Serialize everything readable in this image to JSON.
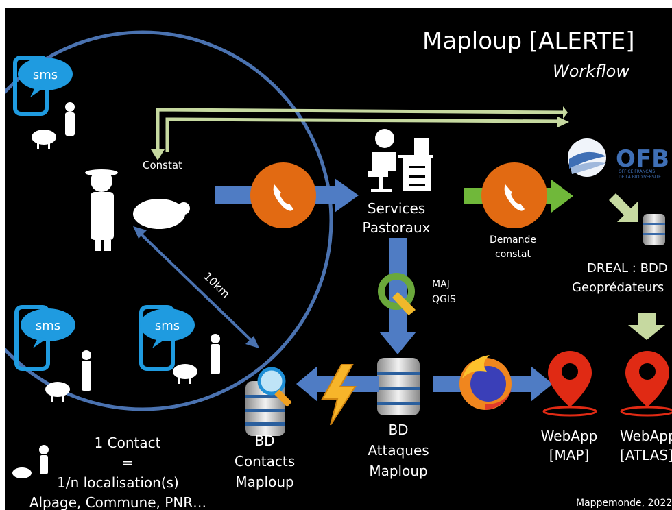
{
  "title": "Maploup [ALERTE]",
  "subtitle": "Workflow",
  "colors": {
    "background": "#000000",
    "circle": "#4a72b0",
    "arrow_blue": "#4f7cc4",
    "arrow_green": "#70b83a",
    "arrow_lightgreen": "#c6d9a0",
    "phone_orange": "#e26a12",
    "pin_red": "#e02a14",
    "sms_blue": "#1f9be0"
  },
  "sms_labels": [
    "sms",
    "sms",
    "sms"
  ],
  "constat_label": "Constat",
  "distance_label": "10km",
  "services": {
    "line1": "Services",
    "line2": "Pastoraux"
  },
  "demande": {
    "line1": "Demande",
    "line2": "constat"
  },
  "maj": {
    "line1": "MAJ",
    "line2": "QGIS"
  },
  "ofb": {
    "name": "OFB",
    "line1": "OFFICE FRANÇAIS",
    "line2": "DE LA BIODIVERSITÉ"
  },
  "dreal": {
    "line1": "DREAL : BDD",
    "line2": "Geoprédateurs"
  },
  "bd_contacts": {
    "line1": "BD",
    "line2": "Contacts",
    "line3": "Maploup"
  },
  "bd_attaques": {
    "line1": "BD",
    "line2": "Attaques",
    "line3": "Maploup"
  },
  "webapp_map": {
    "line1": "WebApp",
    "line2": "[MAP]"
  },
  "webapp_atlas": {
    "line1": "WebApp",
    "line2": "[ATLAS]"
  },
  "contact_note": {
    "line1": "1 Contact",
    "line2": "=",
    "line3": "1/n localisation(s)",
    "line4": "Alpage, Commune, PNR…"
  },
  "credit": "Mappemonde, 2022"
}
